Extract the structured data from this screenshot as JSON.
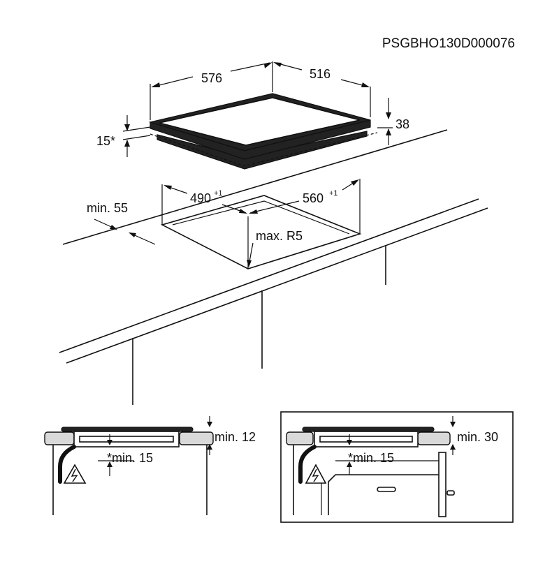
{
  "reference_code": "PSGBHO130D000076",
  "hob": {
    "width": "576",
    "depth": "516",
    "height": "38",
    "clearance_offset": "15*"
  },
  "cutout": {
    "depth": "490",
    "depth_tolerance": "+1",
    "width": "560",
    "width_tolerance": "+1",
    "corner_radius": "max. R5",
    "edge_distance": "min. 55"
  },
  "detail_left": {
    "top_clearance": "min. 12",
    "bottom_clearance": "*min. 15"
  },
  "detail_right": {
    "top_clearance": "min. 30",
    "bottom_clearance": "*min. 15"
  }
}
